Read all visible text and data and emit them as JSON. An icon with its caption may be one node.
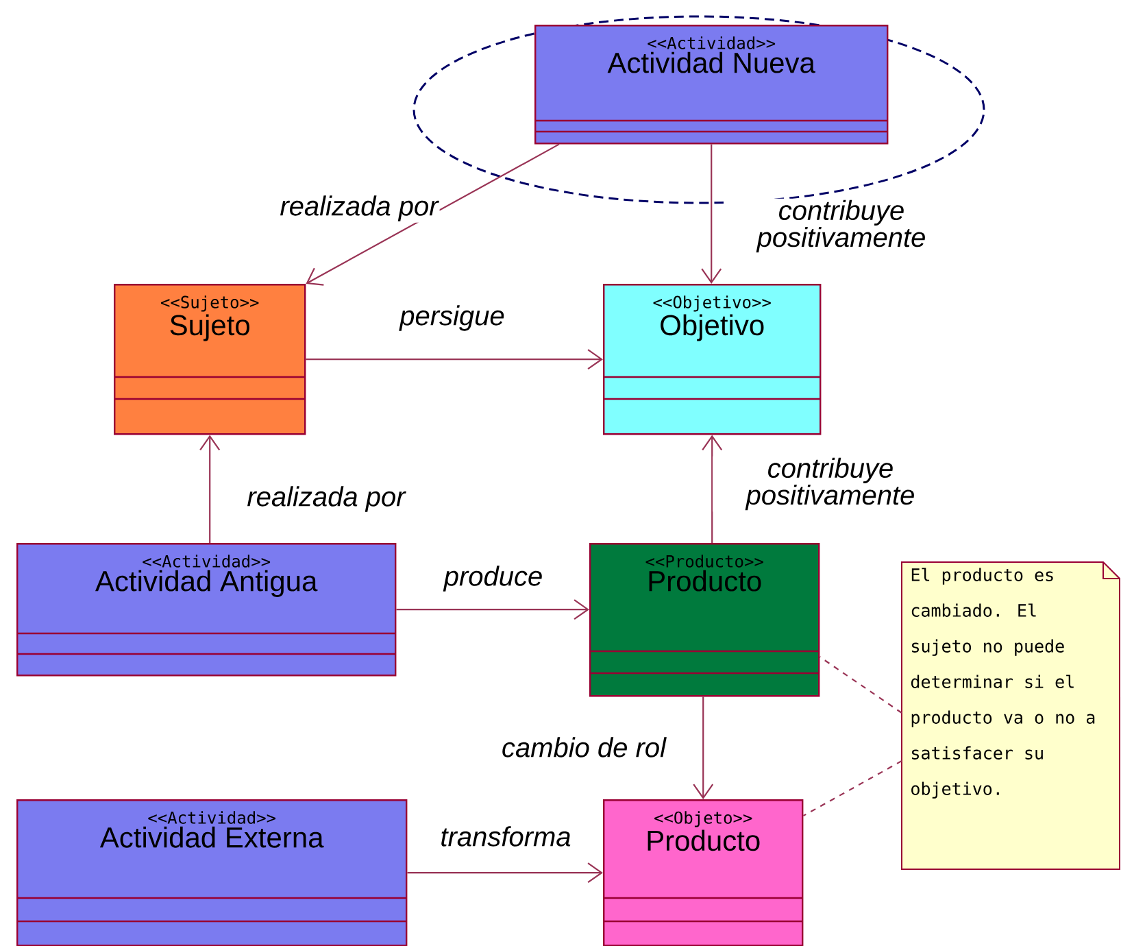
{
  "diagram": {
    "nodes": [
      {
        "text": [
          "<<Actividad>>",
          "Actividad Nueva"
        ]
      },
      {
        "text": [
          "<<Sujeto>>",
          "Sujeto"
        ]
      },
      {
        "text": [
          "<<Objetivo>>",
          "Objetivo"
        ]
      },
      {
        "text": [
          "<<Actividad>>",
          "Actividad Antigua"
        ]
      },
      {
        "text": [
          "<<Producto>>",
          "Producto"
        ]
      },
      {
        "text": [
          "El producto es cambiado. El sujeto no puede determinar si el producto va o no a satisfacer su objetivo."
        ]
      },
      {
        "text": [
          "<<Actividad>>",
          "Actividad Externa"
        ]
      },
      {
        "text": [
          "<<Objeto>>",
          "Producto"
        ]
      }
    ],
    "edges": [
      {
        "from": 0,
        "to": 1,
        "arrow": "to",
        "label": "realizada por"
      },
      {
        "from": 0,
        "to": 2,
        "arrow": "to",
        "label": "contribuye positivamente"
      },
      {
        "from": 1,
        "to": 2,
        "arrow": "to",
        "label": "persigue"
      },
      {
        "from": 3,
        "to": 1,
        "arrow": "to",
        "label": "realizada por"
      },
      {
        "from": 4,
        "to": 2,
        "arrow": "to",
        "label": "contribuye positivamente"
      },
      {
        "from": 3,
        "to": 4,
        "arrow": "to",
        "label": "produce"
      },
      {
        "from": 4,
        "to": 7,
        "arrow": "to",
        "label": "cambio de rol"
      },
      {
        "from": 6,
        "to": 7,
        "arrow": "to",
        "label": "transforma"
      },
      {
        "from": 5,
        "to": 4,
        "arrow": "none",
        "style": "dashed"
      },
      {
        "from": 5,
        "to": 7,
        "arrow": "none",
        "style": "dashed"
      }
    ]
  }
}
